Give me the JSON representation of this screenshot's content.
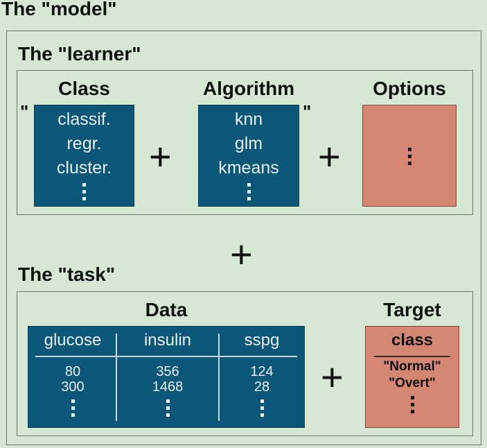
{
  "model": {
    "title": "The \"model\""
  },
  "learner": {
    "title": "The \"learner\"",
    "open_quote": "\"",
    "close_quote": "\"",
    "class": {
      "heading": "Class",
      "items": [
        "classif.",
        "regr.",
        "cluster."
      ]
    },
    "algorithm": {
      "heading": "Algorithm",
      "items": [
        "knn",
        "glm",
        "kmeans"
      ]
    },
    "options": {
      "heading": "Options"
    }
  },
  "task": {
    "title": "The \"task\"",
    "data": {
      "heading": "Data",
      "columns": [
        "glucose",
        "insulin",
        "sspg"
      ],
      "rows": [
        [
          "80",
          "356",
          "124"
        ],
        [
          "300",
          "1468",
          "28"
        ]
      ]
    },
    "target": {
      "heading": "Target",
      "column": "class",
      "values": [
        "\"Normal\"",
        "\"Overt\""
      ]
    }
  },
  "operators": {
    "plus": "+"
  },
  "colors": {
    "background": "#d6e7d3",
    "blue_box": "#0b5778",
    "salmon_box": "#d48672"
  }
}
